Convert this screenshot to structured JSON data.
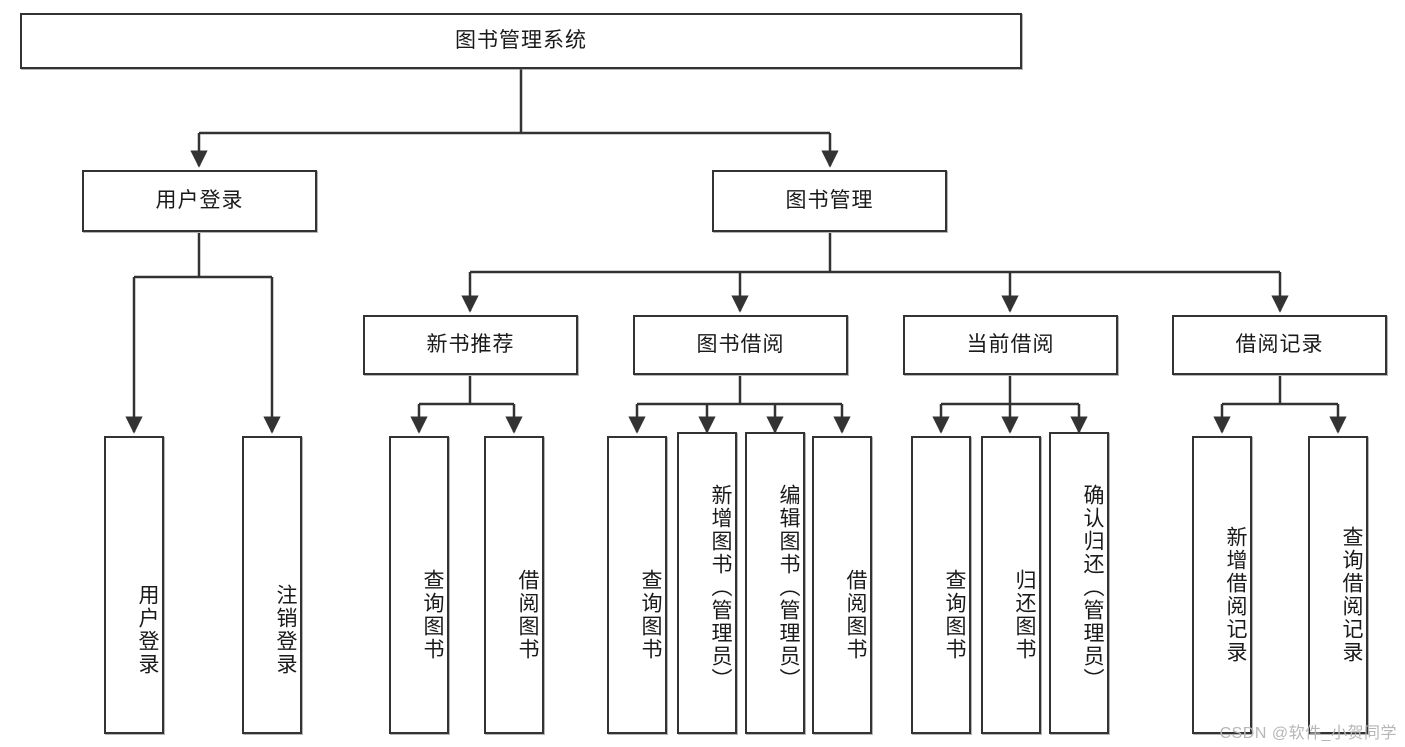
{
  "diagram": {
    "title": "图书管理系统",
    "type": "tree-hierarchy",
    "watermark": "CSDN @软件_小贺同学",
    "colors": {
      "border": "#333333",
      "background": "#ffffff",
      "text": "#1a1a1a",
      "watermark": "#b6b6b6"
    },
    "levels": {
      "root": {
        "label": "图书管理系统"
      },
      "level2": [
        {
          "label": "用户登录"
        },
        {
          "label": "图书管理"
        }
      ],
      "level3": [
        {
          "label": "新书推荐"
        },
        {
          "label": "图书借阅"
        },
        {
          "label": "当前借阅"
        },
        {
          "label": "借阅记录"
        }
      ],
      "leaves": {
        "user_login": [
          {
            "label": "用户登录"
          },
          {
            "label": "注销登录"
          }
        ],
        "new_book_recommend": [
          {
            "label": "查询图书"
          },
          {
            "label": "借阅图书"
          }
        ],
        "book_borrow": [
          {
            "label": "查询图书"
          },
          {
            "label": "新增图书（管理员）"
          },
          {
            "label": "编辑图书（管理员）"
          },
          {
            "label": "借阅图书"
          }
        ],
        "current_borrow": [
          {
            "label": "查询图书"
          },
          {
            "label": "归还图书"
          },
          {
            "label": "确认归还（管理员）"
          }
        ],
        "borrow_record": [
          {
            "label": "新增借阅记录"
          },
          {
            "label": "查询借阅记录"
          }
        ]
      }
    }
  }
}
